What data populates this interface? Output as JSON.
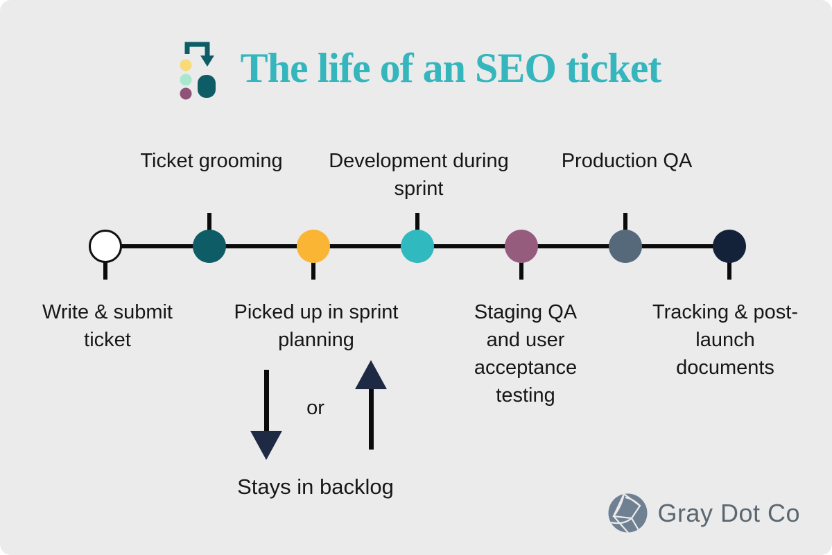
{
  "header": {
    "title": "The life of an SEO ticket",
    "icon": "ticket-flow-icon",
    "icon_colors": {
      "arrow_and_pill": "#0E5C66",
      "dot_yellow": "#F8DA78",
      "dot_mint": "#A7E8CF",
      "dot_mauve": "#8F5378"
    }
  },
  "timeline": {
    "stages": [
      {
        "label": "Write & submit ticket",
        "color": "#FFFFFF",
        "label_position": "below"
      },
      {
        "label": "Ticket grooming",
        "color": "#0E5C66",
        "label_position": "above"
      },
      {
        "label": "Picked up in sprint planning",
        "color": "#FBB534",
        "label_position": "below"
      },
      {
        "label": "Development during sprint",
        "color": "#30B9BF",
        "label_position": "above"
      },
      {
        "label": "Staging QA and user acceptance testing",
        "color": "#955C7E",
        "label_position": "below"
      },
      {
        "label": "Production QA",
        "color": "#56697B",
        "label_position": "above"
      },
      {
        "label": "Tracking & post-launch documents",
        "color": "#132238",
        "label_position": "below"
      }
    ]
  },
  "branch": {
    "or_label": "or",
    "backlog_label": "Stays in backlog"
  },
  "footer": {
    "brand": "Gray Dot Co",
    "logo": "gray-dot-co-logo-icon"
  },
  "colors": {
    "canvas_background": "#EBEBEB",
    "page_background": "#FFFFFF",
    "title_text": "#35B6BD",
    "label_text": "#161616",
    "timeline_line": "#0B0B0B",
    "arrowhead": "#1E2A44",
    "footer_text": "#5B6770",
    "footer_logo": "#6E8091"
  }
}
